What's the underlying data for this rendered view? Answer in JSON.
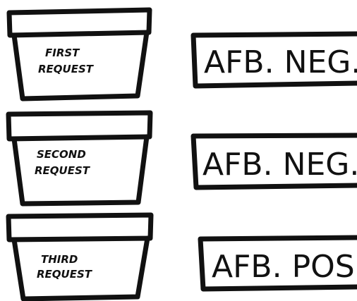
{
  "rows": [
    {
      "cup_label_line1": "FIRST",
      "cup_label_line2": "REQUEST",
      "result": "AFB. NEG."
    },
    {
      "cup_label_line1": "SECOND",
      "cup_label_line2": "REQUEST",
      "result": "AFB. NEG."
    },
    {
      "cup_label_line1": "THIRD",
      "cup_label_line2": "REQUEST",
      "result": "AFB. POS."
    }
  ],
  "colors": {
    "ink": "#111111",
    "paper": "#ffffff"
  }
}
